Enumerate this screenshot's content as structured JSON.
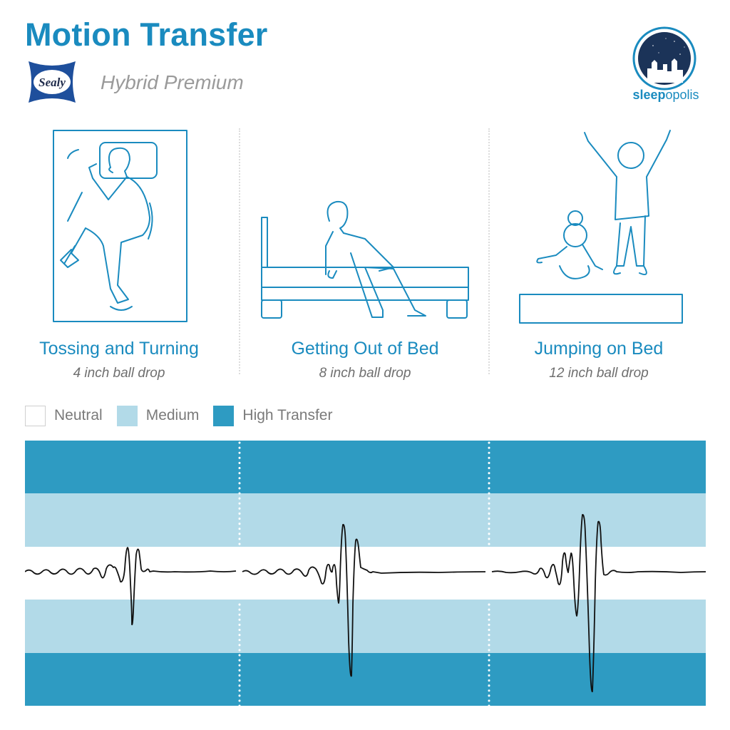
{
  "header": {
    "title": "Motion Transfer",
    "product": "Hybrid Premium",
    "brand_logo_text": "Sealy",
    "site_logo_text_bold": "sleep",
    "site_logo_text_regular": "opolis"
  },
  "colors": {
    "accent": "#1a8bbf",
    "high": "#2e9bc2",
    "medium": "#b2dae8",
    "neutral": "#ffffff",
    "trace": "#111111"
  },
  "scenes": [
    {
      "label": "Tossing and Turning",
      "sub": "4 inch ball drop"
    },
    {
      "label": "Getting Out of Bed",
      "sub": "8 inch ball drop"
    },
    {
      "label": "Jumping on Bed",
      "sub": "12 inch ball drop"
    }
  ],
  "legend": [
    {
      "label": "Neutral",
      "color": "#ffffff"
    },
    {
      "label": "Medium",
      "color": "#b2dae8"
    },
    {
      "label": "High Transfer",
      "color": "#2e9bc2"
    }
  ],
  "chart_data": {
    "type": "line",
    "title": "Motion Transfer",
    "xlabel": "",
    "ylabel": "",
    "y_zones": [
      {
        "name": "High Transfer",
        "range": [
          2.5,
          5
        ]
      },
      {
        "name": "Medium",
        "range": [
          0.5,
          2.5
        ]
      },
      {
        "name": "Neutral",
        "range": [
          -0.5,
          0.5
        ]
      },
      {
        "name": "Medium",
        "range": [
          -2.5,
          -0.5
        ]
      },
      {
        "name": "High Transfer",
        "range": [
          -5,
          -2.5
        ]
      }
    ],
    "ylim": [
      -5,
      5
    ],
    "grid": false,
    "legend_position": "top-left",
    "categories": [
      "Tossing and Turning",
      "Getting Out of Bed",
      "Jumping on Bed"
    ],
    "series": [
      {
        "name": "4 inch ball drop",
        "peak_max": 1.0,
        "peak_min": -2.0,
        "max_zone": "Medium",
        "min_zone": "Medium"
      },
      {
        "name": "8 inch ball drop",
        "peak_max": 1.8,
        "peak_min": -4.0,
        "max_zone": "Medium",
        "min_zone": "High Transfer"
      },
      {
        "name": "12 inch ball drop",
        "peak_max": 2.2,
        "peak_min": -4.6,
        "max_zone": "Medium",
        "min_zone": "High Transfer"
      }
    ]
  }
}
